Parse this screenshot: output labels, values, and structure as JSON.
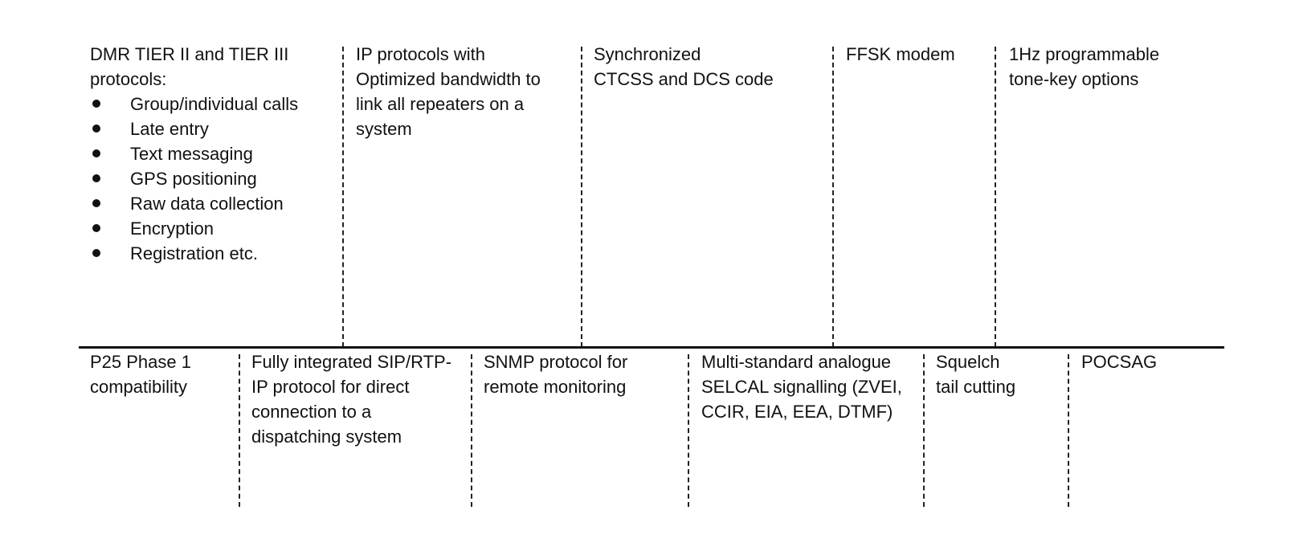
{
  "top_row": {
    "dmr": {
      "heading": [
        "DMR TIER II and TIER III",
        "protocols:"
      ],
      "items": [
        "Group/individual calls",
        "Late entry",
        "Text messaging",
        "GPS positioning",
        "Raw data collection",
        "Encryption",
        "Registration etc."
      ]
    },
    "ip": [
      "IP protocols with",
      "Optimized bandwidth to",
      "link all repeaters on a",
      "system"
    ],
    "sync": [
      "Synchronized",
      "CTCSS and DCS code"
    ],
    "ffsk": [
      "FFSK modem"
    ],
    "tone": [
      "1Hz programmable",
      "tone-key options"
    ]
  },
  "bottom_row": {
    "p25": [
      "P25 Phase 1",
      "compatibility"
    ],
    "sip": [
      "Fully integrated SIP/RTP-",
      "IP protocol for direct",
      "connection to a",
      "dispatching system"
    ],
    "snmp": [
      "SNMP protocol for",
      "remote monitoring"
    ],
    "selcal": [
      "Multi-standard analogue",
      "SELCAL signalling (ZVEI,",
      "CCIR, EIA, EEA, DTMF)"
    ],
    "squelch": [
      "Squelch",
      "tail cutting"
    ],
    "pocsag": [
      "POCSAG"
    ]
  }
}
